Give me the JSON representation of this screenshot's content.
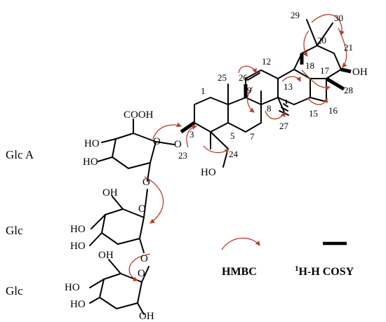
{
  "sugar_units": [
    {
      "label": "Glc A"
    },
    {
      "label": "Glc"
    },
    {
      "label": "Glc"
    }
  ],
  "groups": {
    "cooh": "COOH",
    "oh": "OH",
    "ho": "HO",
    "o": "O"
  },
  "carbon_numbers": {
    "c1": "1",
    "c3": "3",
    "c5": "5",
    "c7": "7",
    "c8": "8",
    "c9": "9",
    "c12": "12",
    "c13": "13",
    "c15": "15",
    "c16": "16",
    "c17": "17",
    "c18": "18",
    "c20": "20",
    "c21": "21",
    "c23": "23",
    "c24": "24",
    "c25": "25",
    "c26": "26",
    "c27": "27",
    "c28": "28",
    "c29": "29",
    "c30": "30"
  },
  "legend": {
    "hmbc": "HMBC",
    "cosy": "H-H COSY",
    "cosy_sup": "1"
  },
  "colors": {
    "hmbc_arrow": "#b5402a",
    "bonds": "#000000"
  }
}
